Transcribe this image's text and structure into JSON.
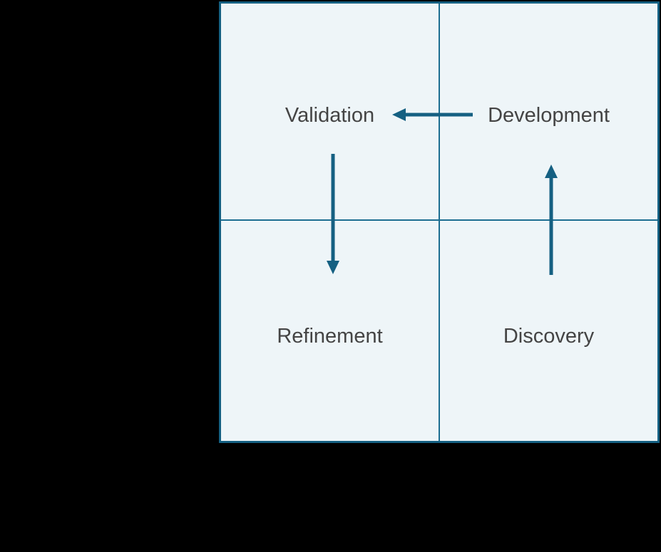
{
  "diagram": {
    "type": "quadrant-cycle",
    "background_color": "#000000",
    "panel_fill": "#eef5f8",
    "panel_border_color": "#156082",
    "divider_color": "#1c6e92",
    "arrow_color": "#156082",
    "label_color": "#444444",
    "quadrants": [
      {
        "id": "top-left",
        "label": "Validation"
      },
      {
        "id": "top-right",
        "label": "Development"
      },
      {
        "id": "bottom-left",
        "label": "Refinement"
      },
      {
        "id": "bottom-right",
        "label": "Discovery"
      }
    ],
    "arrows": [
      {
        "id": "development-to-validation",
        "direction": "left",
        "from": "Development",
        "to": "Validation"
      },
      {
        "id": "validation-to-refinement",
        "direction": "down",
        "from": "Validation",
        "to": "Refinement"
      },
      {
        "id": "discovery-to-development",
        "direction": "up",
        "from": "Discovery",
        "to": "Development"
      }
    ]
  }
}
